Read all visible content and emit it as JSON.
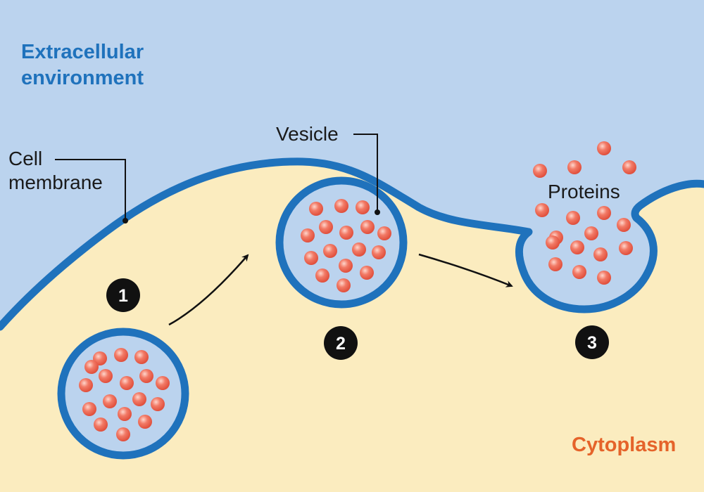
{
  "regions": {
    "extracellular_line1": "Extracellular",
    "extracellular_line2": "environment",
    "cytoplasm": "Cytoplasm"
  },
  "callouts": {
    "cell_membrane_line1": "Cell",
    "cell_membrane_line2": "membrane",
    "vesicle": "Vesicle",
    "proteins": "Proteins"
  },
  "steps": [
    "1",
    "2",
    "3"
  ],
  "colors": {
    "extracellular": "#bbd3ee",
    "cytoplasm": "#fbecbf",
    "membrane": "#1f72bc",
    "vesicle_fill": "#bbd3ee",
    "protein": "#ee6653",
    "extracellular_text": "#1f72bc",
    "cytoplasm_text": "#e5632a",
    "step_badge": "#111111"
  }
}
